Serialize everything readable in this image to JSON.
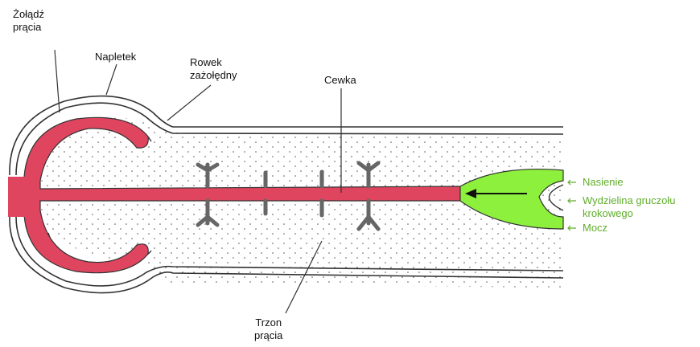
{
  "labels": {
    "glans": "Żołądź\nprącia",
    "foreskin": "Napletek",
    "corona": "Rowek\nzażołędny",
    "urethra": "Cewka",
    "shaft": "Trzon\nprącia"
  },
  "inputs": {
    "semen": "Nasienie",
    "prostate": "Wydzielina gruczołu\nkrokowego",
    "urine": "Mocz"
  },
  "colors": {
    "urethra_red": "#e0455f",
    "fluid_green": "#8cf03c",
    "label_green": "#5fae2a",
    "outline": "#333333"
  }
}
